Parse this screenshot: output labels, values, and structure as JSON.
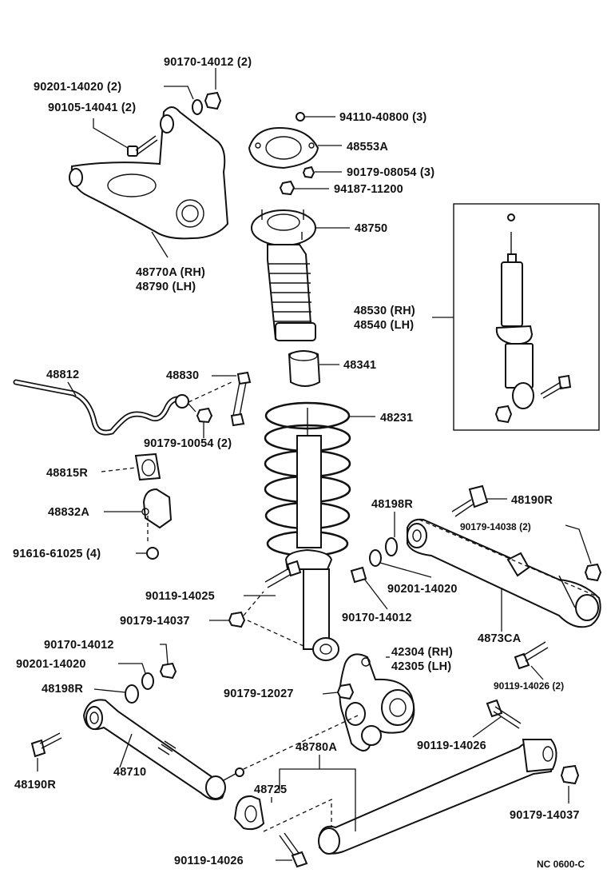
{
  "diagram_code": "NC 0600-C",
  "labels": {
    "p90170_top": "90170-14012 (2)",
    "p90201_top": "90201-14020 (2)",
    "p90105": "90105-14041 (2)",
    "p94110": "94110-40800 (3)",
    "p48553a": "48553A",
    "p90179_08054": "90179-08054 (3)",
    "p94187": "94187-11200",
    "p48750": "48750",
    "p48770a_rh": "48770A (RH)",
    "p48790_lh": "48790 (LH)",
    "p48530_rh": "48530 (RH)",
    "p48540_lh": "48540 (LH)",
    "p48341": "48341",
    "p48812": "48812",
    "p48830": "48830",
    "p90179_10054": "90179-10054 (2)",
    "p48231": "48231",
    "p48815r": "48815R",
    "p48832a": "48832A",
    "p91616": "91616-61025 (4)",
    "p48198r_right": "48198R",
    "p48190r_right": "48190R",
    "p90179_14038": "90179-14038 (2)",
    "p90201_14020_right": "90201-14020",
    "p90170_14012_mid": "90170-14012",
    "p90119_14025": "90119-14025",
    "p90179_14037_left": "90179-14037",
    "p4873ca": "4873CA",
    "p90170_14012_left": "90170-14012",
    "p90201_14020_left": "90201-14020",
    "p42304_rh": "42304 (RH)",
    "p42305_lh": "42305 (LH)",
    "p48198r_left": "48198R",
    "p90179_12027": "90179-12027",
    "p90119_14026_2": "90119-14026 (2)",
    "p48780a": "48780A",
    "p90119_14026_mid": "90119-14026",
    "p48190r_left": "48190R",
    "p48710": "48710",
    "p48725": "48725",
    "p90179_14037_right": "90179-14037",
    "p90119_14026_bottom": "90119-14026"
  }
}
